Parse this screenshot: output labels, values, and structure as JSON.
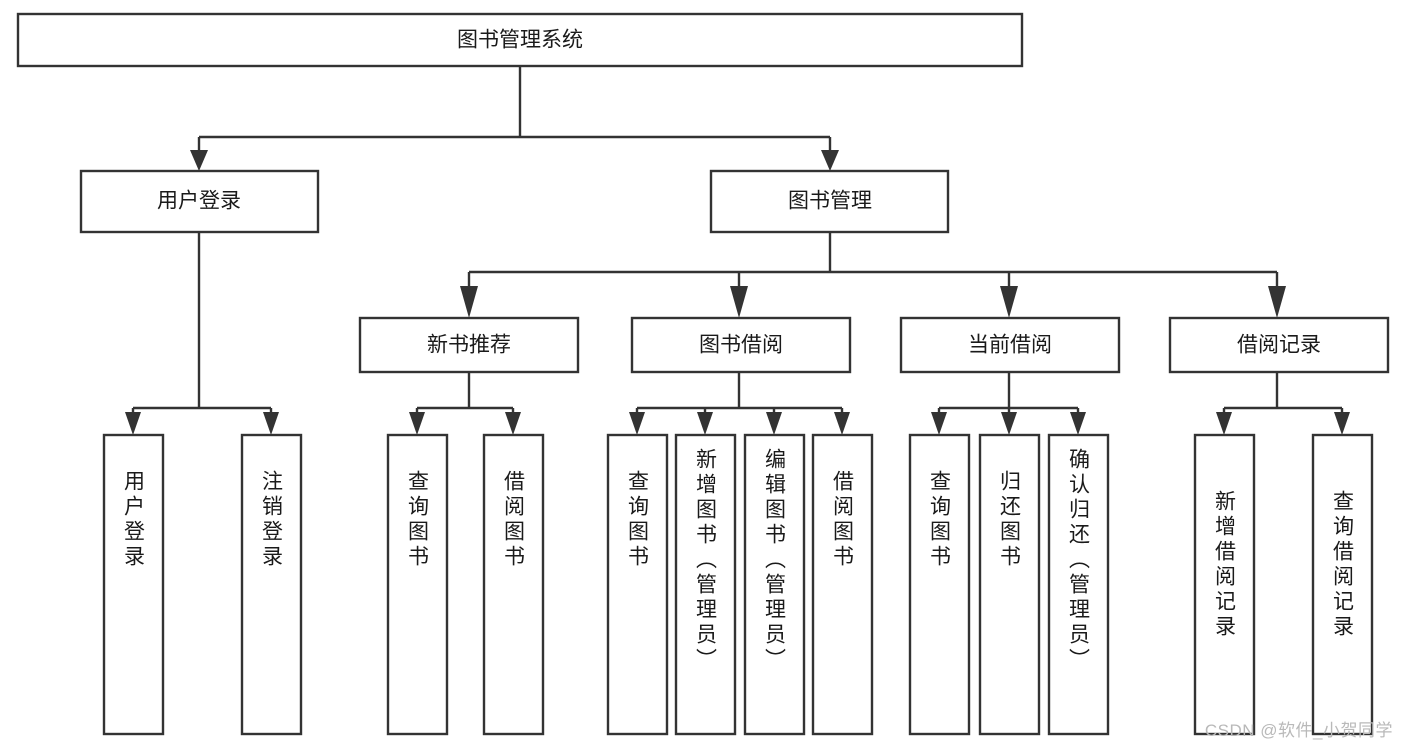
{
  "diagram": {
    "type": "tree-hierarchy",
    "title": "图书管理系统",
    "watermark": "CSDN @软件_小贺同学",
    "colors": {
      "box_fill": "#ffffff",
      "box_stroke": "#333333",
      "text": "#1a1a1a",
      "watermark": "#b9b9b9",
      "background": "#ffffff"
    },
    "levels": {
      "root": {
        "label": "图书管理系统"
      },
      "level2": [
        {
          "id": "user-login",
          "label": "用户登录"
        },
        {
          "id": "book-management",
          "label": "图书管理"
        }
      ],
      "level3": [
        {
          "id": "new-book-recommend",
          "label": "新书推荐",
          "parent": "book-management"
        },
        {
          "id": "book-borrow",
          "label": "图书借阅",
          "parent": "book-management"
        },
        {
          "id": "current-borrow",
          "label": "当前借阅",
          "parent": "book-management"
        },
        {
          "id": "borrow-record",
          "label": "借阅记录",
          "parent": "book-management"
        }
      ],
      "leaves": [
        {
          "id": "leaf-user-login",
          "label": "用户登录",
          "parent": "user-login"
        },
        {
          "id": "leaf-logout-login",
          "label": "注销登录",
          "parent": "user-login"
        },
        {
          "id": "leaf-query-book-1",
          "label": "查询图书",
          "parent": "new-book-recommend"
        },
        {
          "id": "leaf-borrow-book-1",
          "label": "借阅图书",
          "parent": "new-book-recommend"
        },
        {
          "id": "leaf-query-book-2",
          "label": "查询图书",
          "parent": "book-borrow"
        },
        {
          "id": "leaf-add-book",
          "label": "新增图书（管理员）",
          "parent": "book-borrow"
        },
        {
          "id": "leaf-edit-book",
          "label": "编辑图书（管理员）",
          "parent": "book-borrow"
        },
        {
          "id": "leaf-borrow-book-2",
          "label": "借阅图书",
          "parent": "book-borrow"
        },
        {
          "id": "leaf-query-book-3",
          "label": "查询图书",
          "parent": "current-borrow"
        },
        {
          "id": "leaf-return-book",
          "label": "归还图书",
          "parent": "current-borrow"
        },
        {
          "id": "leaf-confirm-return",
          "label": "确认归还（管理员）",
          "parent": "current-borrow"
        },
        {
          "id": "leaf-add-record",
          "label": "新增借阅记录",
          "parent": "borrow-record"
        },
        {
          "id": "leaf-query-record",
          "label": "查询借阅记录",
          "parent": "borrow-record"
        }
      ]
    }
  }
}
